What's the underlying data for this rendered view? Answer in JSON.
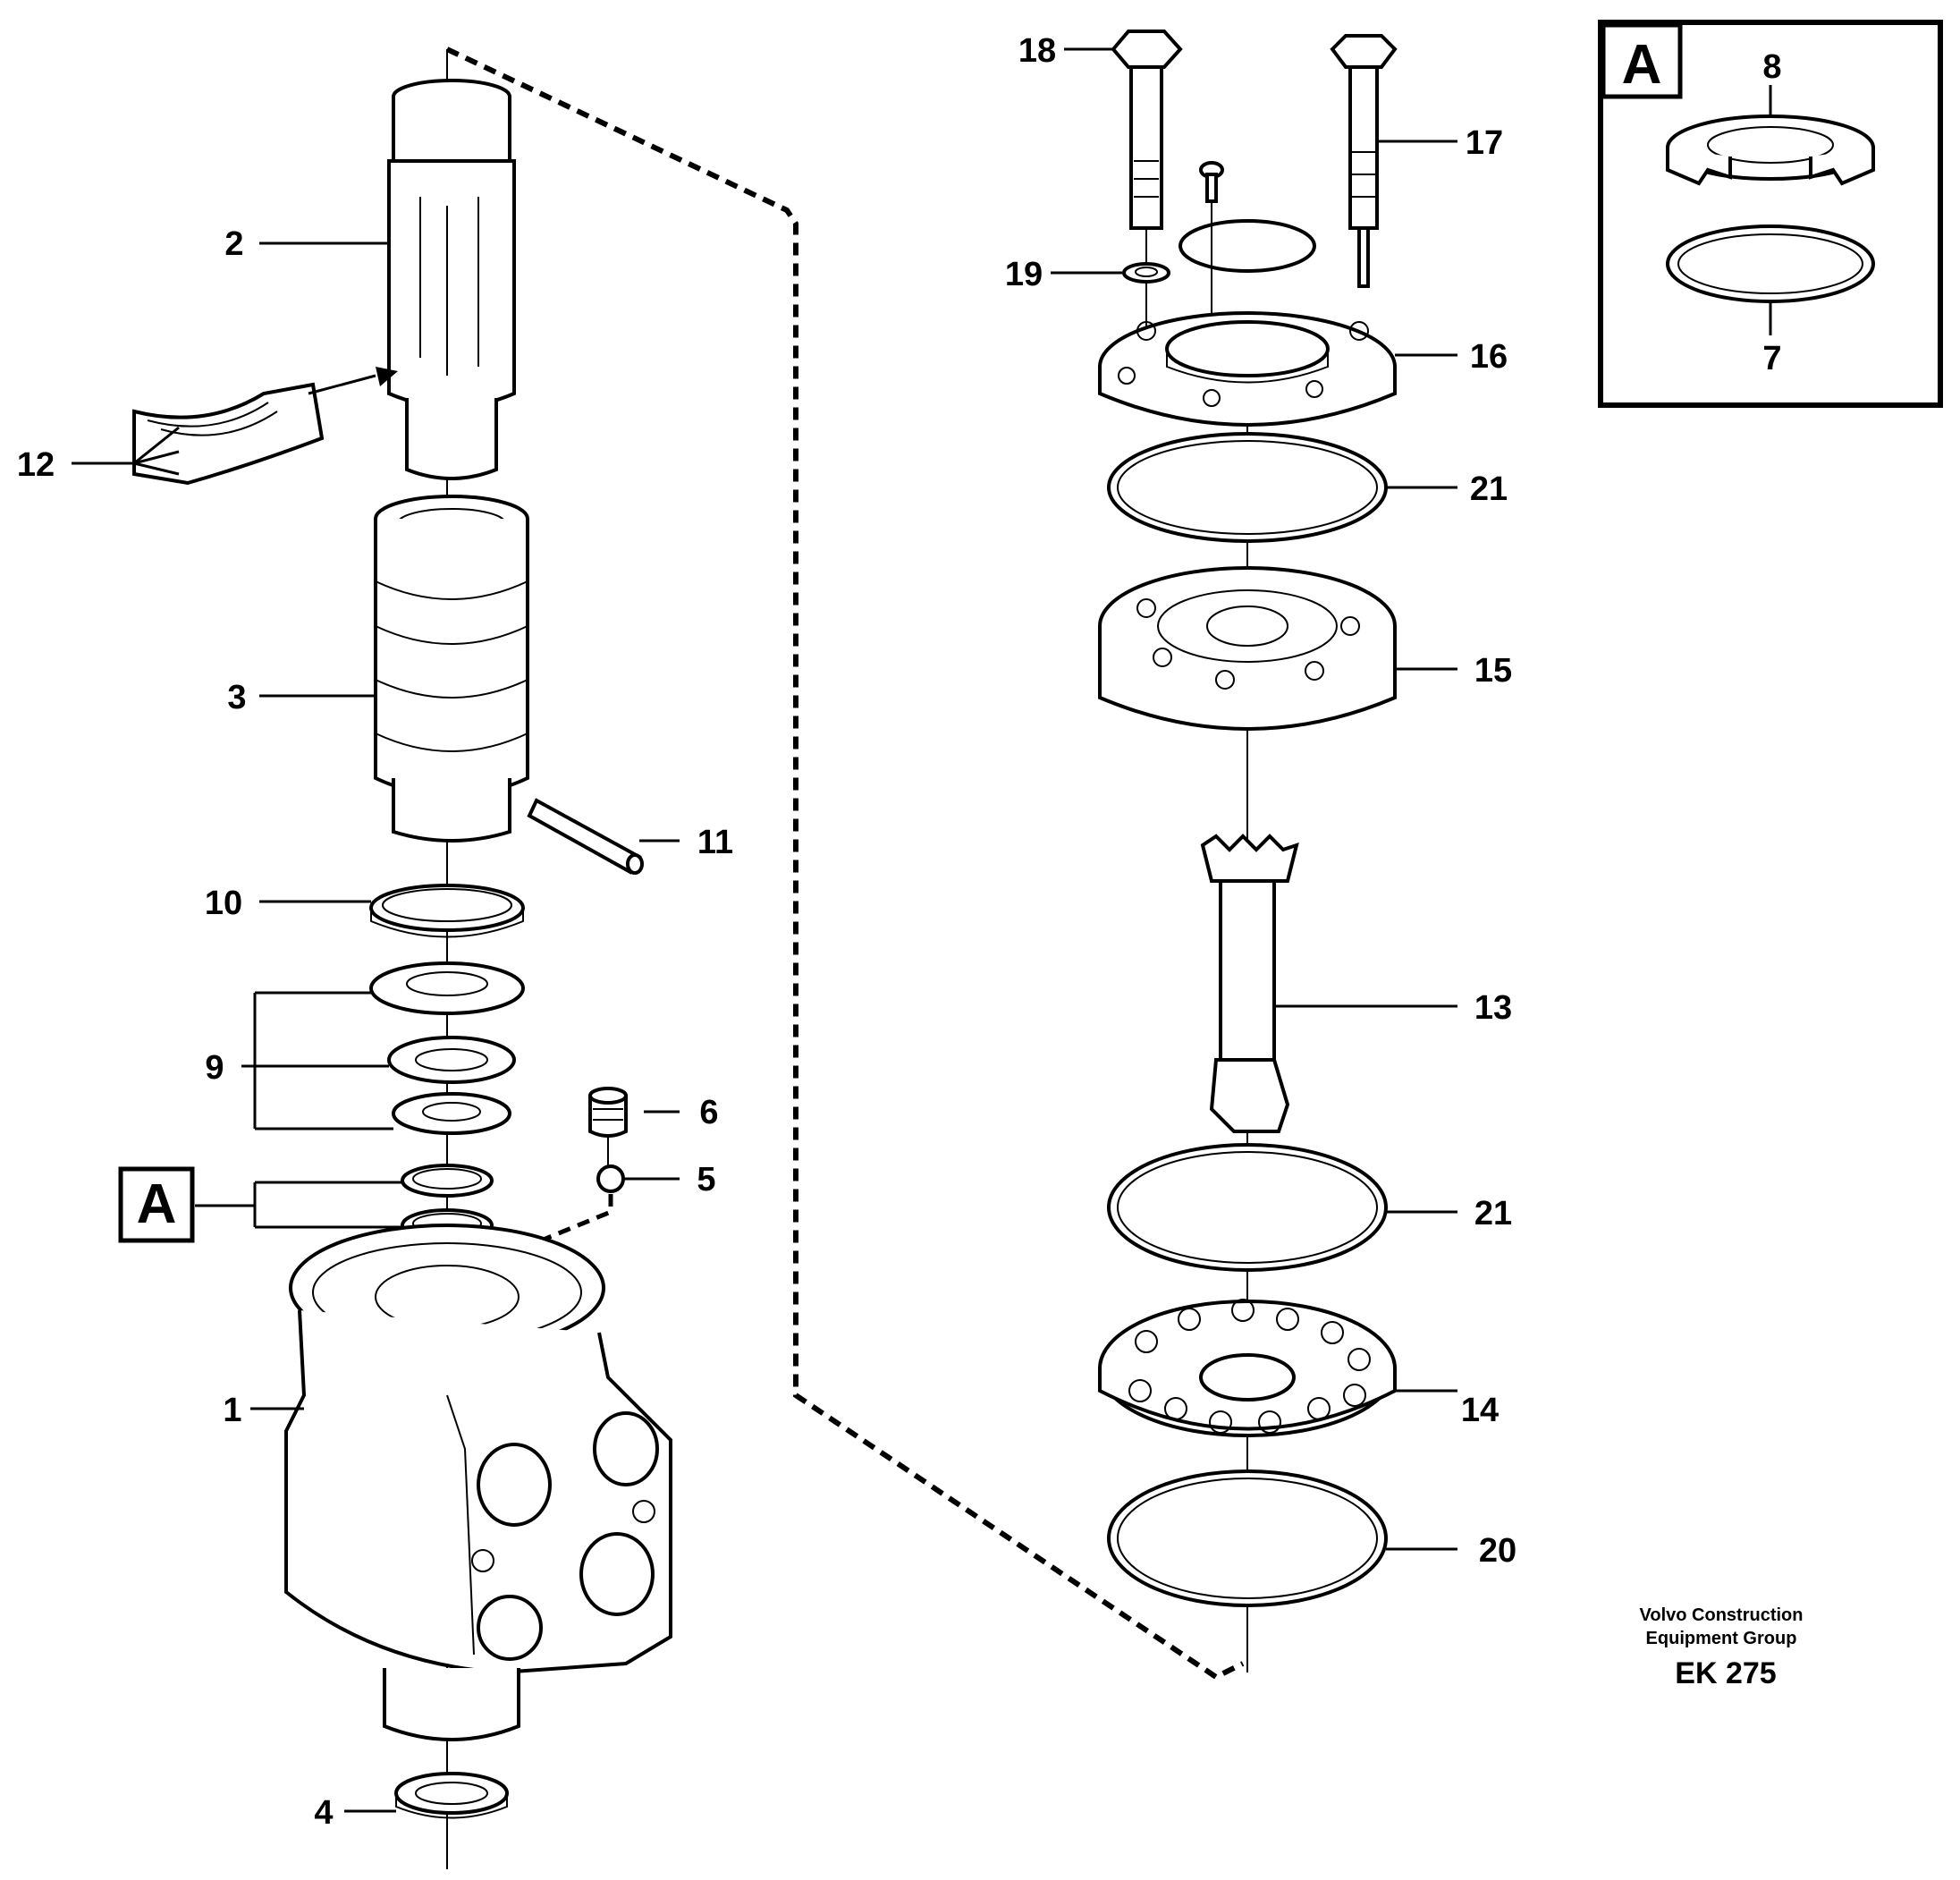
{
  "diagram": {
    "callouts": [
      "1",
      "2",
      "3",
      "4",
      "5",
      "6",
      "7",
      "8",
      "9",
      "10",
      "11",
      "12",
      "13",
      "14",
      "15",
      "16",
      "17",
      "18",
      "19",
      "20",
      "21",
      "21"
    ],
    "detail_marker": "A",
    "inset_marker": "A",
    "publisher_line1": "Volvo Construction",
    "publisher_line2": "Equipment Group",
    "drawing_code": "EK 275"
  }
}
